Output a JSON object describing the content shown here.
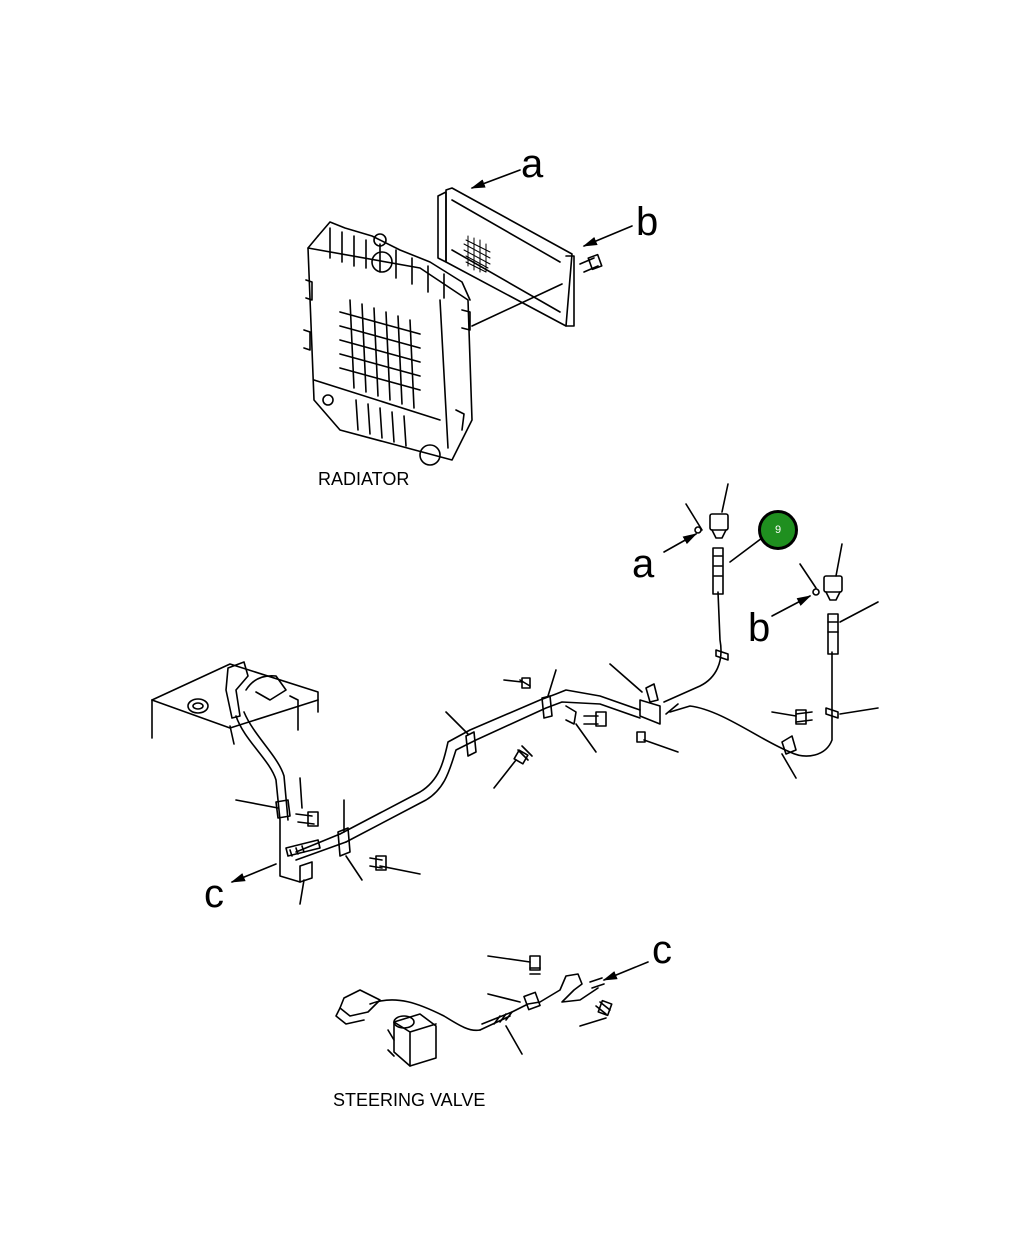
{
  "captions": {
    "radiator": "RADIATOR",
    "steering_valve": "STEERING VALVE"
  },
  "refs": {
    "a_top": "a",
    "b_top": "b",
    "a_mid": "a",
    "b_mid": "b",
    "c_left": "c",
    "c_bottom": "c"
  },
  "callout": {
    "number": "9",
    "color": "#1f8f1f"
  }
}
